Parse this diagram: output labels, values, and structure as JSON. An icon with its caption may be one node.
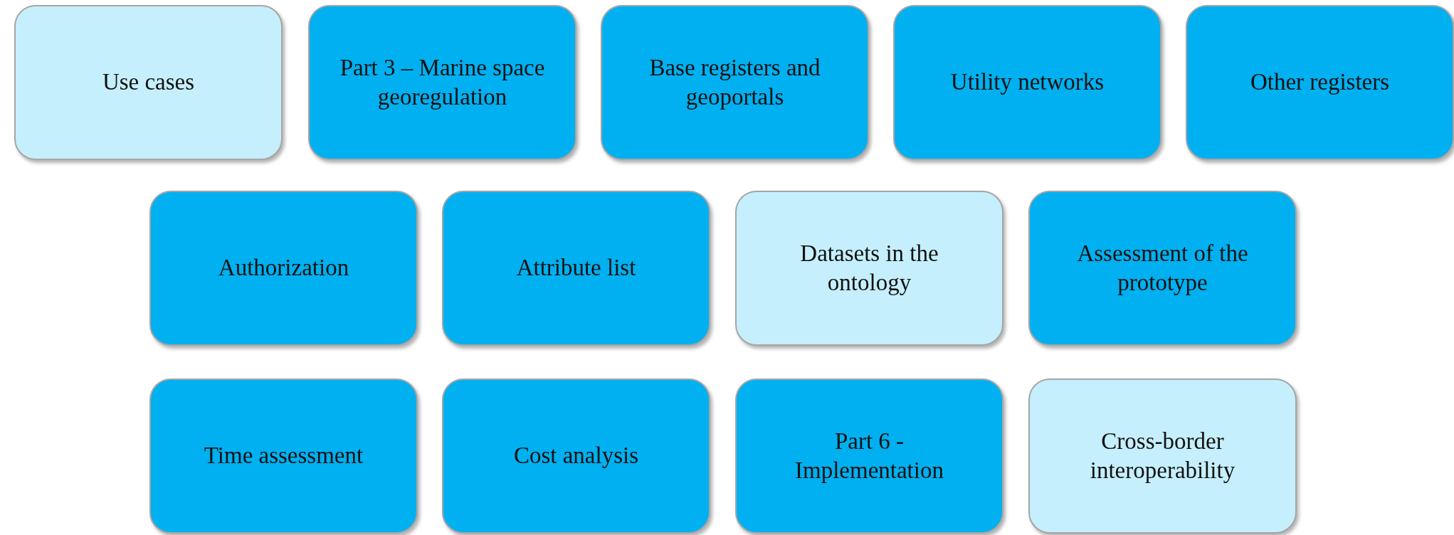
{
  "diagram": {
    "nodes": [
      {
        "text": [
          "Use cases"
        ]
      },
      {
        "text": [
          "Part 3 – Marine space georegulation"
        ]
      },
      {
        "text": [
          "Base registers and geoportals"
        ]
      },
      {
        "text": [
          "Utility networks"
        ]
      },
      {
        "text": [
          "Other registers"
        ]
      },
      {
        "text": [
          "Authorization"
        ]
      },
      {
        "text": [
          "Attribute list"
        ]
      },
      {
        "text": [
          "Datasets in the ontology"
        ]
      },
      {
        "text": [
          "Assessment of the prototype"
        ]
      },
      {
        "text": [
          "Time assessment"
        ]
      },
      {
        "text": [
          "Cost analysis"
        ]
      },
      {
        "text": [
          "Part 6 - Implementation"
        ]
      },
      {
        "text": [
          "Cross-border interoperability"
        ]
      }
    ]
  }
}
